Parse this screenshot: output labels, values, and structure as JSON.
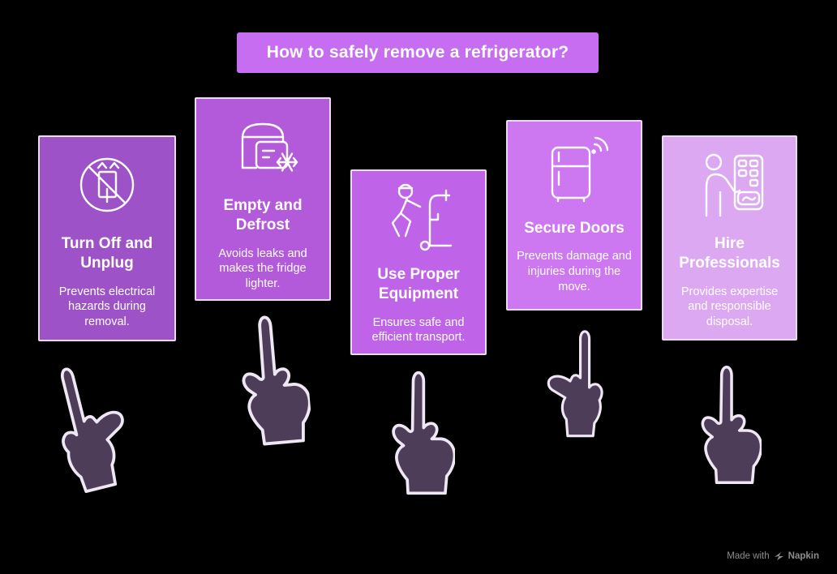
{
  "title": {
    "text": "How to safely remove a refrigerator?",
    "bg": "#c76df2"
  },
  "colors": {
    "background": "#000000",
    "card_border": "#e9dbf2",
    "icon_stroke": "#ffffff",
    "text": "#ffffff",
    "hand_fill": "#4e3d58",
    "hand_outline": "#efe7f3",
    "watermark": "#8d8d8d"
  },
  "cards": [
    {
      "icon": "no-plug-icon",
      "title": "Turn Off and Unplug",
      "description": "Prevents electrical hazards during removal.",
      "bg": "#9d53c7"
    },
    {
      "icon": "defrost-fridge-icon",
      "title": "Empty and Defrost",
      "description": "Avoids leaks and makes the fridge lighter.",
      "bg": "#b25ad9"
    },
    {
      "icon": "hand-truck-icon",
      "title": "Use Proper Equipment",
      "description": "Ensures safe and efficient transport.",
      "bg": "#bf64e9"
    },
    {
      "icon": "fridge-signal-icon",
      "title": "Secure Doors",
      "description": "Prevents damage and injuries during the move.",
      "bg": "#cd77f0"
    },
    {
      "icon": "person-building-icon",
      "title": "Hire Professionals",
      "description": "Provides expertise and responsible disposal.",
      "bg": "#dda8f2"
    }
  ],
  "watermark": {
    "made_with": "Made with",
    "brand": "Napkin"
  }
}
